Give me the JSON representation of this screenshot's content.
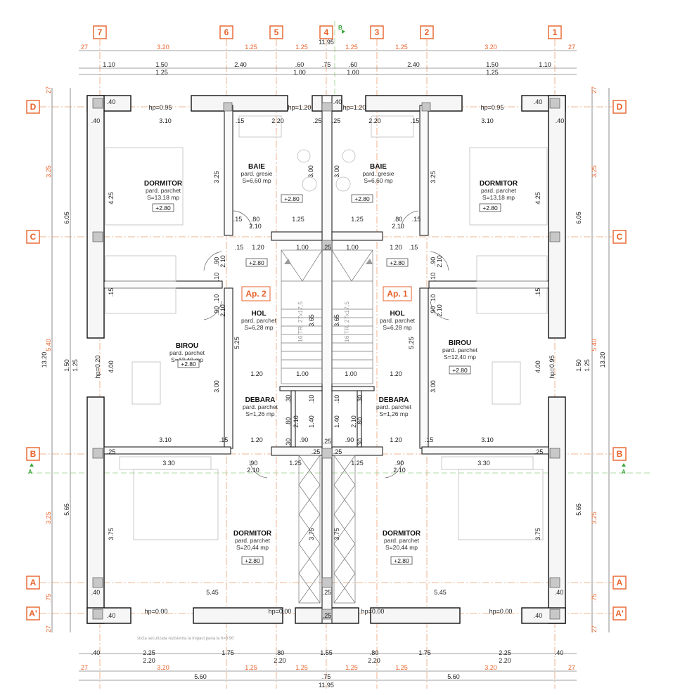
{
  "axis_bubbles_top": [
    "7",
    "6",
    "5",
    "4",
    "3",
    "2",
    "1"
  ],
  "axis_bubbles_side": [
    "D",
    "C",
    "B",
    "A",
    "A'"
  ],
  "section_marks": {
    "top": "B",
    "left": "A",
    "right": "A"
  },
  "dims_top_row1": [
    "27",
    "3.20",
    "1.25",
    "1.25",
    "1.25",
    "1.25",
    "3.20",
    "27"
  ],
  "dims_top_row2": [
    "1.10",
    "1.50",
    "2.40",
    ".60",
    ".75",
    ".60",
    "2.40",
    "1.50",
    "1.10"
  ],
  "dims_top_row3": [
    "1.25",
    "1.00",
    "1.00",
    "1.25"
  ],
  "dim_top_total": "11.95",
  "dims_bottom_row1": [
    ".40",
    "2.25",
    "1.75",
    ".80",
    "1.55",
    ".80",
    "1.75",
    "2.25",
    ".40"
  ],
  "dims_bottom_row2": [
    "2.20",
    "2.20",
    "2.20",
    "2.20"
  ],
  "dims_bottom_row3": [
    "27",
    "3.20",
    "1.25",
    "1.25",
    "1.25",
    "1.25",
    "3.20",
    "27"
  ],
  "dims_bottom_row4": [
    "5.60",
    ".75",
    "5.60"
  ],
  "dim_bottom_total": "11.95",
  "dims_side_orange": [
    "27",
    "3.25",
    "5.40",
    "3.25",
    ".75",
    "27"
  ],
  "dims_side_black": [
    "6.05",
    "1.50",
    "1.25",
    "5.65"
  ],
  "dim_side_total": "13.20",
  "window_heights": {
    "top_outer": "hp=0.95",
    "top_inner": "hp=1.20",
    "bottom_outer": "hp=0.00",
    "bottom_inner": "hp=0.00",
    "side": "hp=0.20",
    "side_right": "hp=0.95"
  },
  "apartments": [
    "Ap. 2",
    "Ap. 1"
  ],
  "rooms_left": [
    {
      "name": "DORMITOR",
      "floor": "pard. parchet",
      "area": "S=13,18 mp",
      "level": "+2.80"
    },
    {
      "name": "BAIE",
      "floor": "pard. gresie",
      "area": "S=6,60 mp",
      "level": "+2.80"
    },
    {
      "name": "HOL",
      "floor": "pard. parchet",
      "area": "S=6,28 mp",
      "level": "+2.80"
    },
    {
      "name": "BIROU",
      "floor": "pard. parchet",
      "area": "S=12,40 mp",
      "level": "+2.80"
    },
    {
      "name": "DEBARA",
      "floor": "pard. parchet",
      "area": "S=1,26 mp",
      "level": ""
    },
    {
      "name": "DORMITOR",
      "floor": "pard. parchet",
      "area": "S=20,44 mp",
      "level": "+2.80"
    }
  ],
  "rooms_right": [
    {
      "name": "DORMITOR",
      "floor": "pard. parchet",
      "area": "S=13,18 mp",
      "level": "+2.80"
    },
    {
      "name": "BAIE",
      "floor": "pard. gresie",
      "area": "S=6,60 mp",
      "level": "+2.80"
    },
    {
      "name": "HOL",
      "floor": "pard. parchet",
      "area": "S=6,28 mp",
      "level": "+2.80"
    },
    {
      "name": "BIROU",
      "floor": "pard. parchet",
      "area": "S=12,40 mp",
      "level": "+2.80"
    },
    {
      "name": "DEBARA",
      "floor": "pard. parchet",
      "area": "S=1,26 mp",
      "level": ""
    },
    {
      "name": "DORMITOR",
      "floor": "pard. parchet",
      "area": "S=20,44 mp",
      "level": "+2.80"
    }
  ],
  "stair_label": "16 TR. 27x17,5",
  "interior_dims": {
    "room_width_310": "3.10",
    "baie_width": "2.20",
    "dorm_h": "3.25",
    "dorm_h2": "4.25",
    "baie_h": "3.00",
    "hol_w": "1.20",
    "stair_w": "1.00",
    "stair_len": "3.65",
    "hol_h": "5.25",
    "birou_h": "4.00",
    "birou_h2": "3.00",
    "deb_w": "1.20",
    "deb_h": "1.40",
    "door_90": ".90",
    "door_80": ".80",
    "door_210": "2.10",
    "dorm2_w": "3.30",
    "dorm2_w2": "5.45",
    "dorm2_h": "3.75",
    "hol2_w": "1.25",
    "wall_15": ".15",
    "wall_25": ".25",
    "wall_40": ".40",
    "wall_10": ".10",
    "wall_30": ".30"
  },
  "footnote": "sticla securizata rezistenta la impact pana la h=0.90"
}
